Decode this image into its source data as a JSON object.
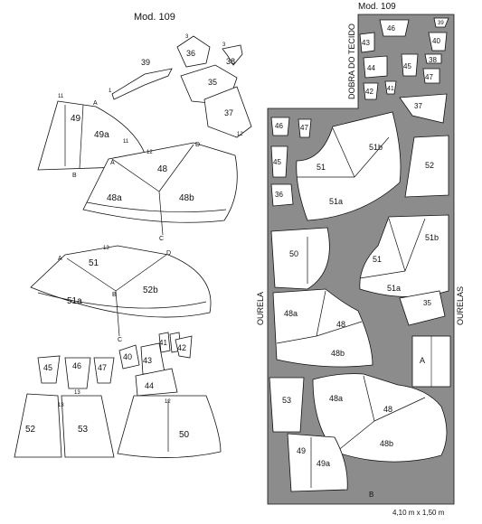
{
  "diagram": {
    "title": "Mod. 109",
    "layout_title": "Mod. 109",
    "labels": {
      "fold": "DOBRA DO TECIDO",
      "selvage_left": "OURELA",
      "selvage_right": "OURELAS",
      "bottom": "B",
      "dimensions": "4,10 m x 1,50 m"
    },
    "colors": {
      "layout_bg": "#8c8c8c",
      "piece_fill": "#ffffff",
      "stroke": "#111111"
    }
  }
}
